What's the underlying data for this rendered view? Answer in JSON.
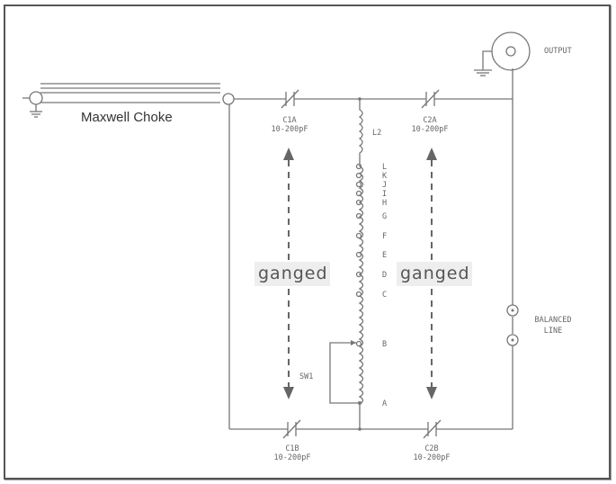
{
  "title_labels": {
    "choke": "Maxwell Choke",
    "output": "OUTPUT",
    "balanced_line": [
      "BALANCED",
      "LINE"
    ],
    "switch": "SW1",
    "inductor": "L2"
  },
  "capacitors": [
    {
      "name": "C1A",
      "value": "10-200pF"
    },
    {
      "name": "C2A",
      "value": "10-200pF"
    },
    {
      "name": "C1B",
      "value": "10-200pF"
    },
    {
      "name": "C2B",
      "value": "10-200pF"
    }
  ],
  "taps": [
    "L",
    "K",
    "J",
    "I",
    "H",
    "G",
    "F",
    "E",
    "D",
    "C",
    "B",
    "A"
  ],
  "ganged_labels": [
    "ganged",
    "ganged"
  ],
  "colors": {
    "wire": "#777777",
    "arrow": "#666666",
    "ganged_bg": "#eeeeee"
  }
}
